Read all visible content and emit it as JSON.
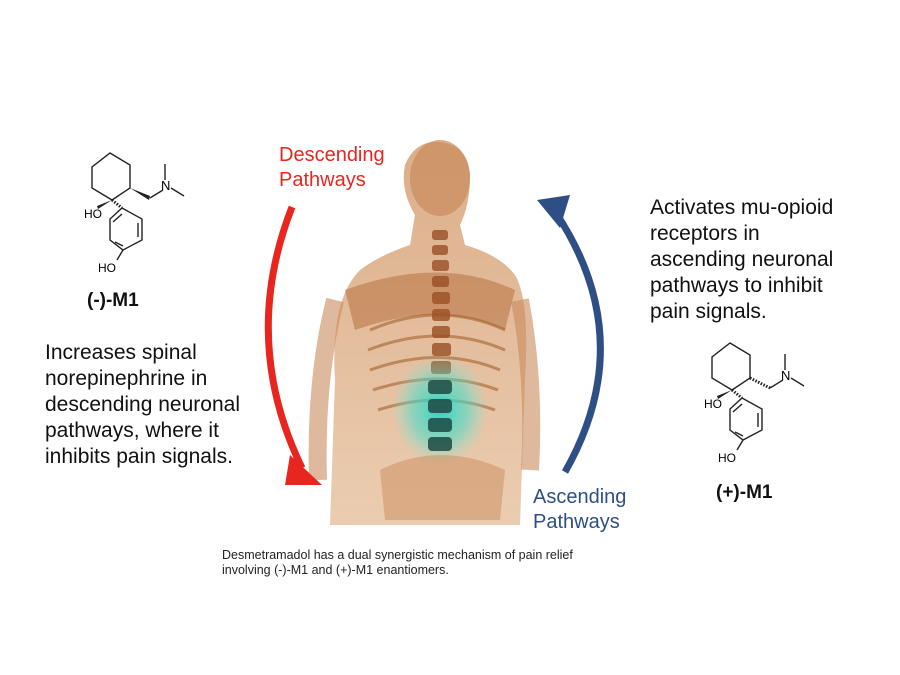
{
  "descending": {
    "label_line1": "Descending",
    "label_line2": "Pathways",
    "color": "#e8261f"
  },
  "ascending": {
    "label_line1": "Ascending",
    "label_line2": "Pathways",
    "color": "#2e4f86"
  },
  "left": {
    "molecule_name": "(-)-M1",
    "atoms": {
      "n": "N",
      "ho1": "HO",
      "ho2": "HO"
    },
    "description": [
      "Increases spinal",
      "norepinephrine in",
      "descending neuronal",
      "pathways, where it",
      "inhibits pain signals."
    ]
  },
  "right": {
    "molecule_name": "(+)-M1",
    "atoms": {
      "n": "N",
      "ho1": "HO",
      "ho2": "HO"
    },
    "description": [
      "Activates mu-opioid",
      "receptors in",
      "ascending neuronal",
      "pathways to inhibit",
      "pain signals."
    ]
  },
  "caption": [
    "Desmetramadol has a dual synergistic mechanism of pain relief",
    "involving (-)-M1 and (+)-M1 enantiomers."
  ]
}
